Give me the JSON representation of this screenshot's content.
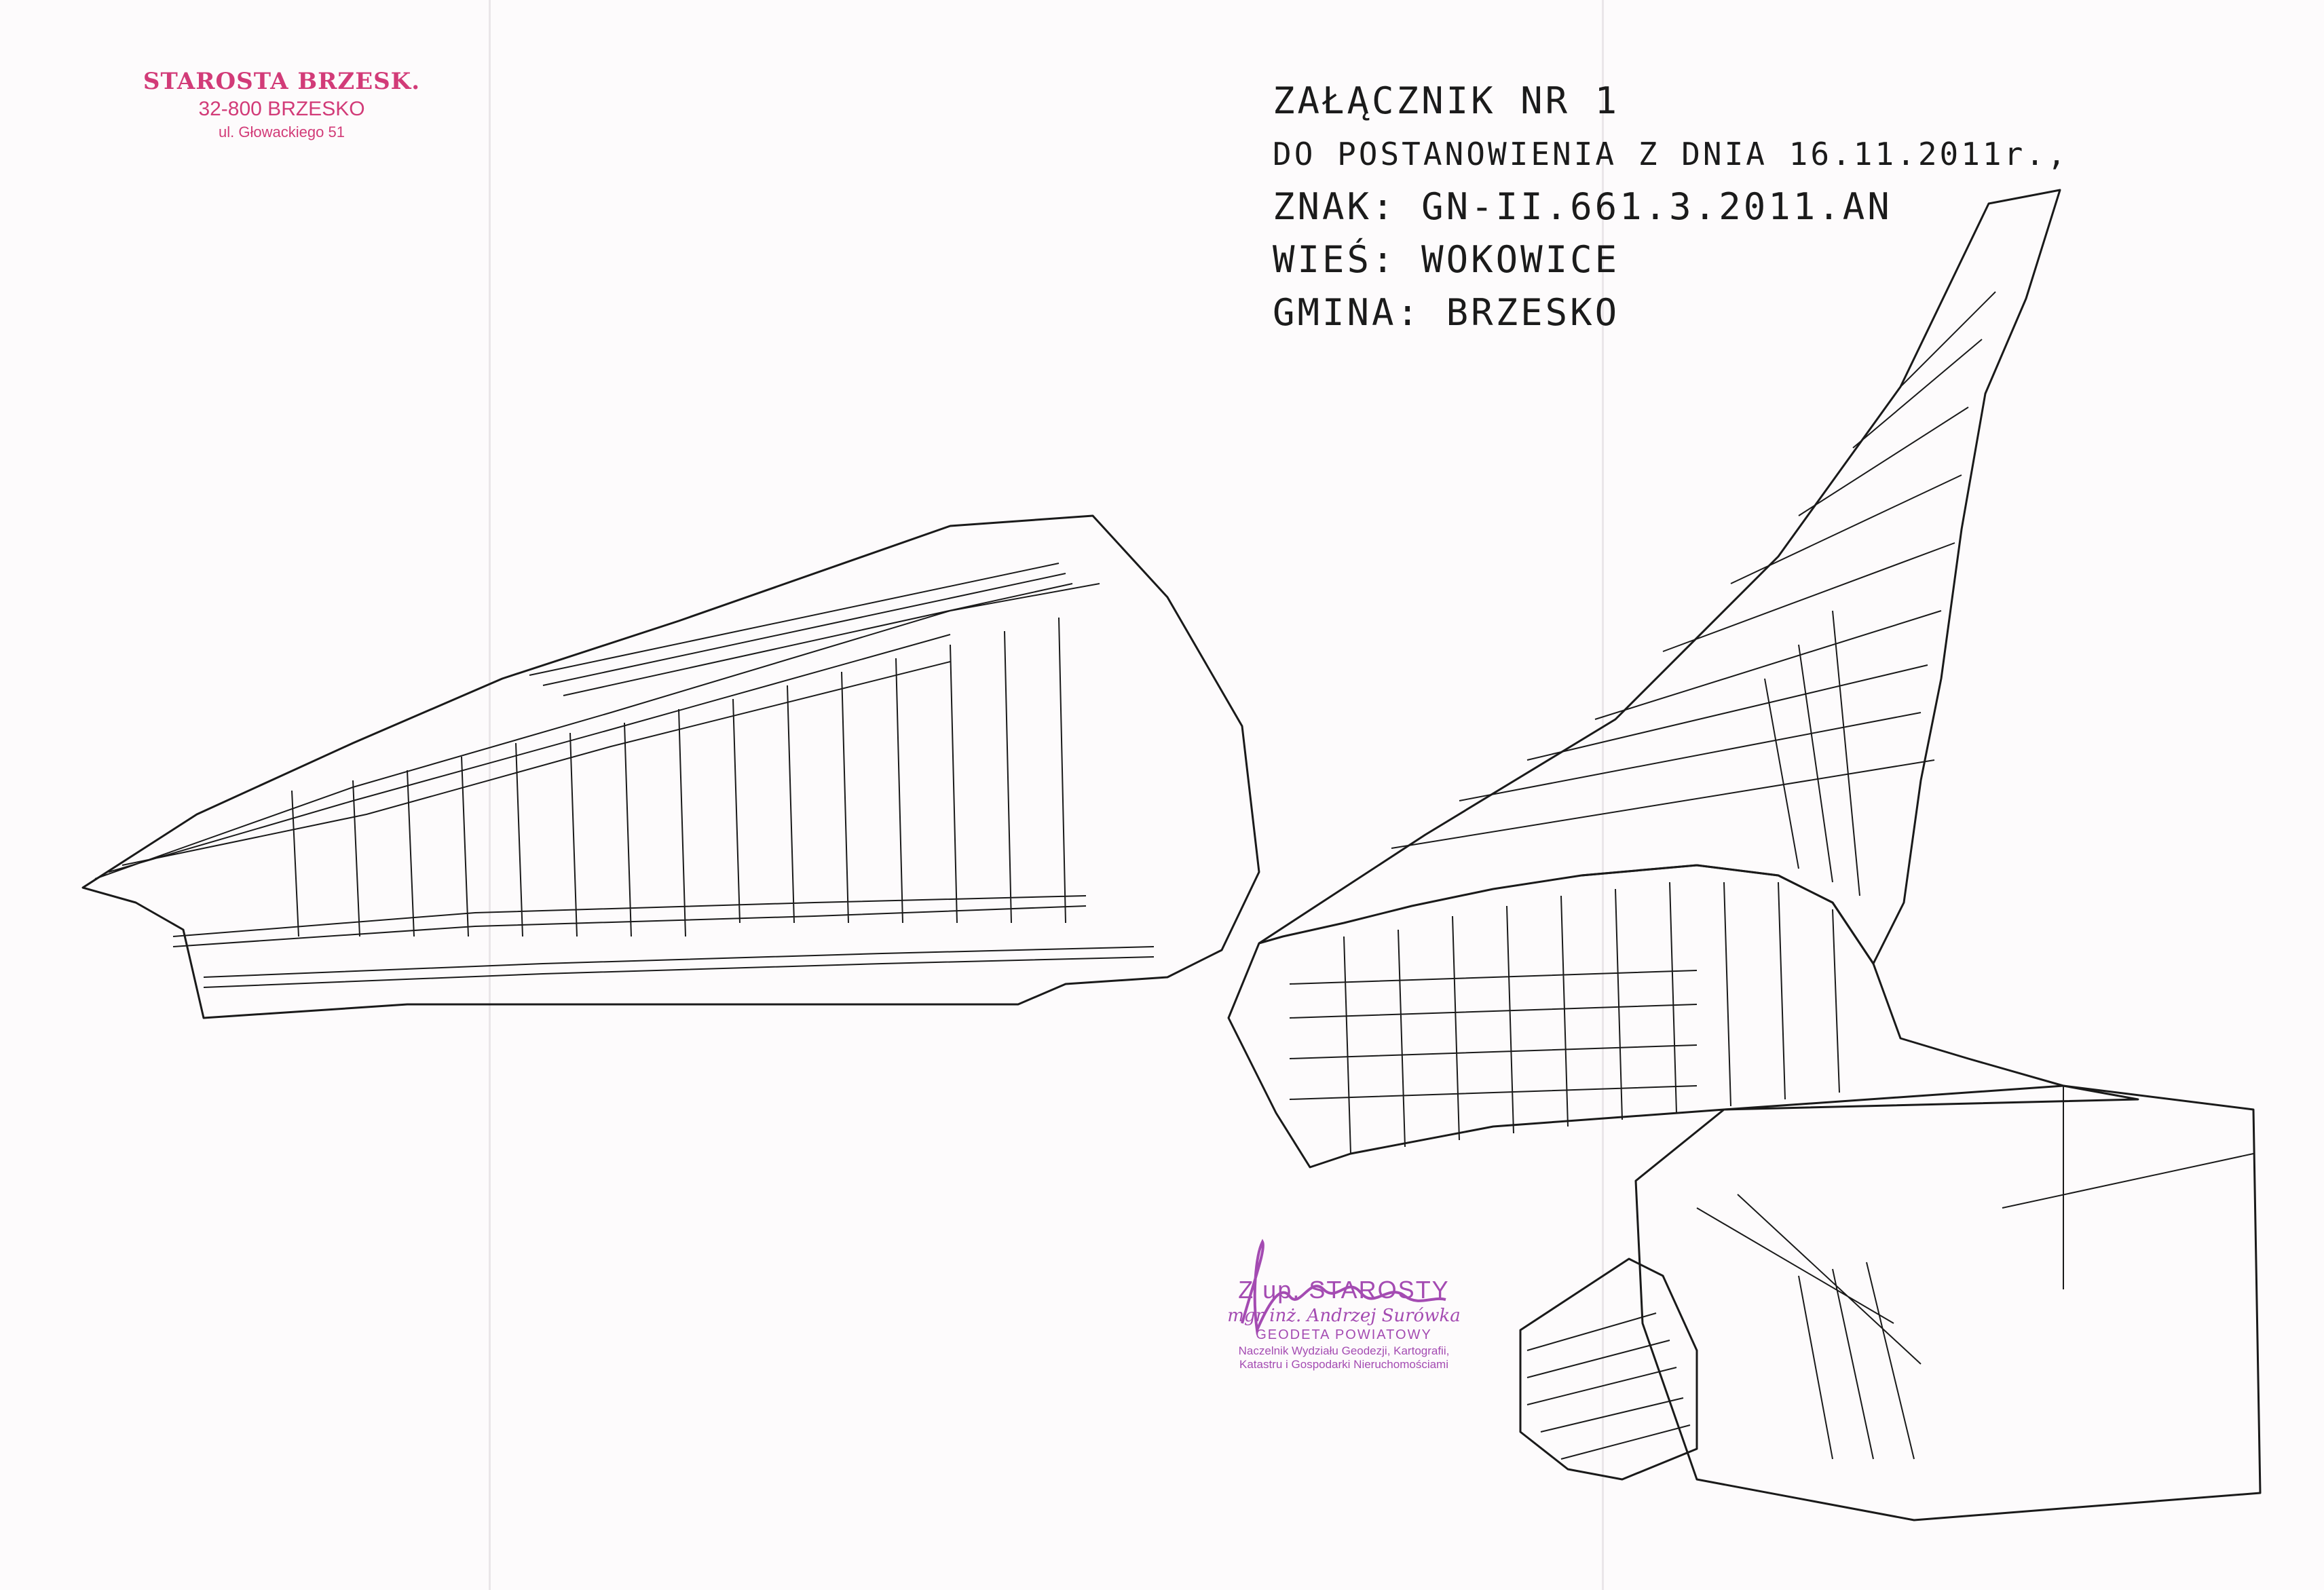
{
  "stamp_top": {
    "line1": "STAROSTA BRZESK.",
    "line2": "32-800 BRZESKO",
    "line3": "ul. Głowackiego 51"
  },
  "header": {
    "line1": "ZAŁĄCZNIK NR 1",
    "line2": "DO POSTANOWIENIA Z DNIA 16.11.2011r.,",
    "line3": "ZNAK: GN-II.661.3.2011.AN",
    "line4": "WIEŚ: WOKOWICE",
    "line5": "GMINA: BRZESKO"
  },
  "stamp_bottom": {
    "line1": "Z up. STAROSTY",
    "line2": "mgr inż. Andrzej Surówka",
    "line3": "GEODETA POWIATOWY",
    "line4": "Naczelnik Wydziału Geodezji, Kartografii,",
    "line5": "Katastru i Gospodarki Nieruchomościami"
  },
  "colors": {
    "ink": "#1b1b1b",
    "stamp_top": "#d23b78",
    "stamp_bottom": "#a44bb2"
  },
  "icons": {
    "signature": "signature-scribble"
  }
}
